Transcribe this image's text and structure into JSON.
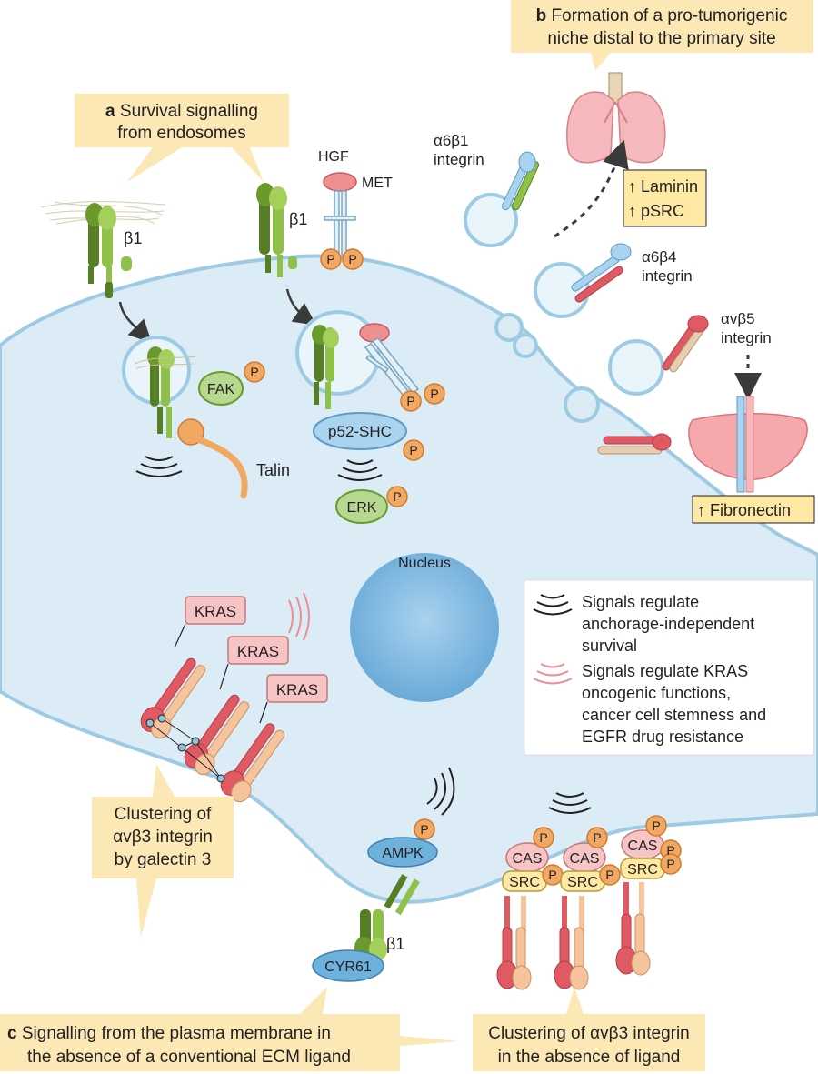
{
  "panel_a": {
    "letter": "a",
    "title_line1": "Survival signalling",
    "title_line2": "from endosomes",
    "beta1_left": "β1",
    "beta1_right": "β1",
    "hgf": "HGF",
    "met": "MET",
    "fak": "FAK",
    "talin": "Talin",
    "p52shc": "p52-SHC",
    "erk": "ERK",
    "phospho": "P"
  },
  "panel_b": {
    "letter": "b",
    "title_line1": "Formation of a pro-tumorigenic",
    "title_line2": "niche distal to the primary site",
    "a6b1_line1": "α6β1",
    "a6b1_line2": "integrin",
    "a6b4_line1": "α6β4",
    "a6b4_line2": "integrin",
    "avb5_line1": "αvβ5",
    "avb5_line2": "integrin",
    "lung_box_line1": "↑ Laminin",
    "lung_box_line2": "↑ pSRC",
    "liver_box": "↑ Fibronectin"
  },
  "nucleus": "Nucleus",
  "legend": {
    "black_line1": "Signals regulate",
    "black_line2": "anchorage-independent",
    "black_line3": "survival",
    "red_line1": "Signals regulate KRAS",
    "red_line2": "oncogenic functions,",
    "red_line3": "cancer cell stemness and",
    "red_line4": "EGFR drug resistance"
  },
  "panel_c": {
    "letter": "c",
    "title_line1": "Signalling from the plasma membrane in",
    "title_line2": "the absence of a conventional ECM ligand",
    "kras": "KRAS",
    "galectin_line1": "Clustering of",
    "galectin_line2": "αvβ3 integrin",
    "galectin_line3": "by galectin 3",
    "cluster_line1": "Clustering of αvβ3 integrin",
    "cluster_line2": "in the absence of ligand",
    "ampk": "AMPK",
    "cyr61": "CYR61",
    "beta1": "β1",
    "cas": "CAS",
    "src": "SRC"
  },
  "colors": {
    "cell_fill": "#dcecf6",
    "cell_stroke": "#9ecbe4",
    "nucleus": "#7fb6dd",
    "callout": "#fbe8b5",
    "box_yellow": "#fde9a3",
    "green": "#6a9a2c",
    "phospho": "#f0a862",
    "kras": "#f6c4c4",
    "red_integrin": "#e05a64",
    "blue_integrin": "#a9d3ee"
  }
}
